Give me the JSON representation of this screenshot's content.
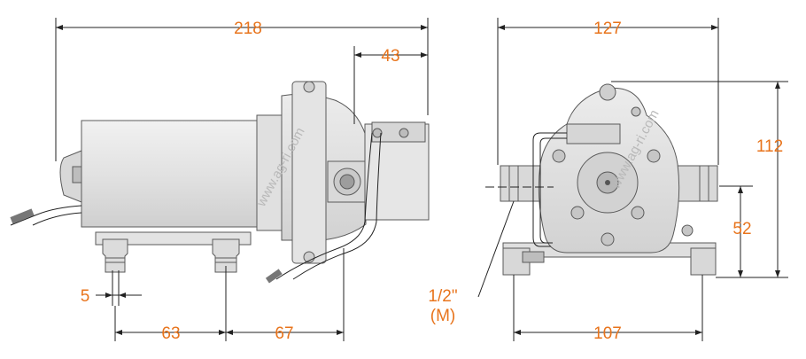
{
  "dimensions": {
    "overall_length": "218",
    "head_depth": "43",
    "front_width": "127",
    "overall_height": "112",
    "port_height": "52",
    "mount_hole": "5",
    "mount_spacing_a": "63",
    "mount_spacing_b": "67",
    "foot_spacing": "107",
    "port_size_line1": "1/2\"",
    "port_size_line2": "(M)"
  },
  "watermark": {
    "side": "www.ag-ri.com",
    "front": "www.ag-ri.com"
  },
  "colors": {
    "dimension_text": "#e8741c",
    "body_fill": "#e7e7e7",
    "outline": "#5a5a5a"
  }
}
